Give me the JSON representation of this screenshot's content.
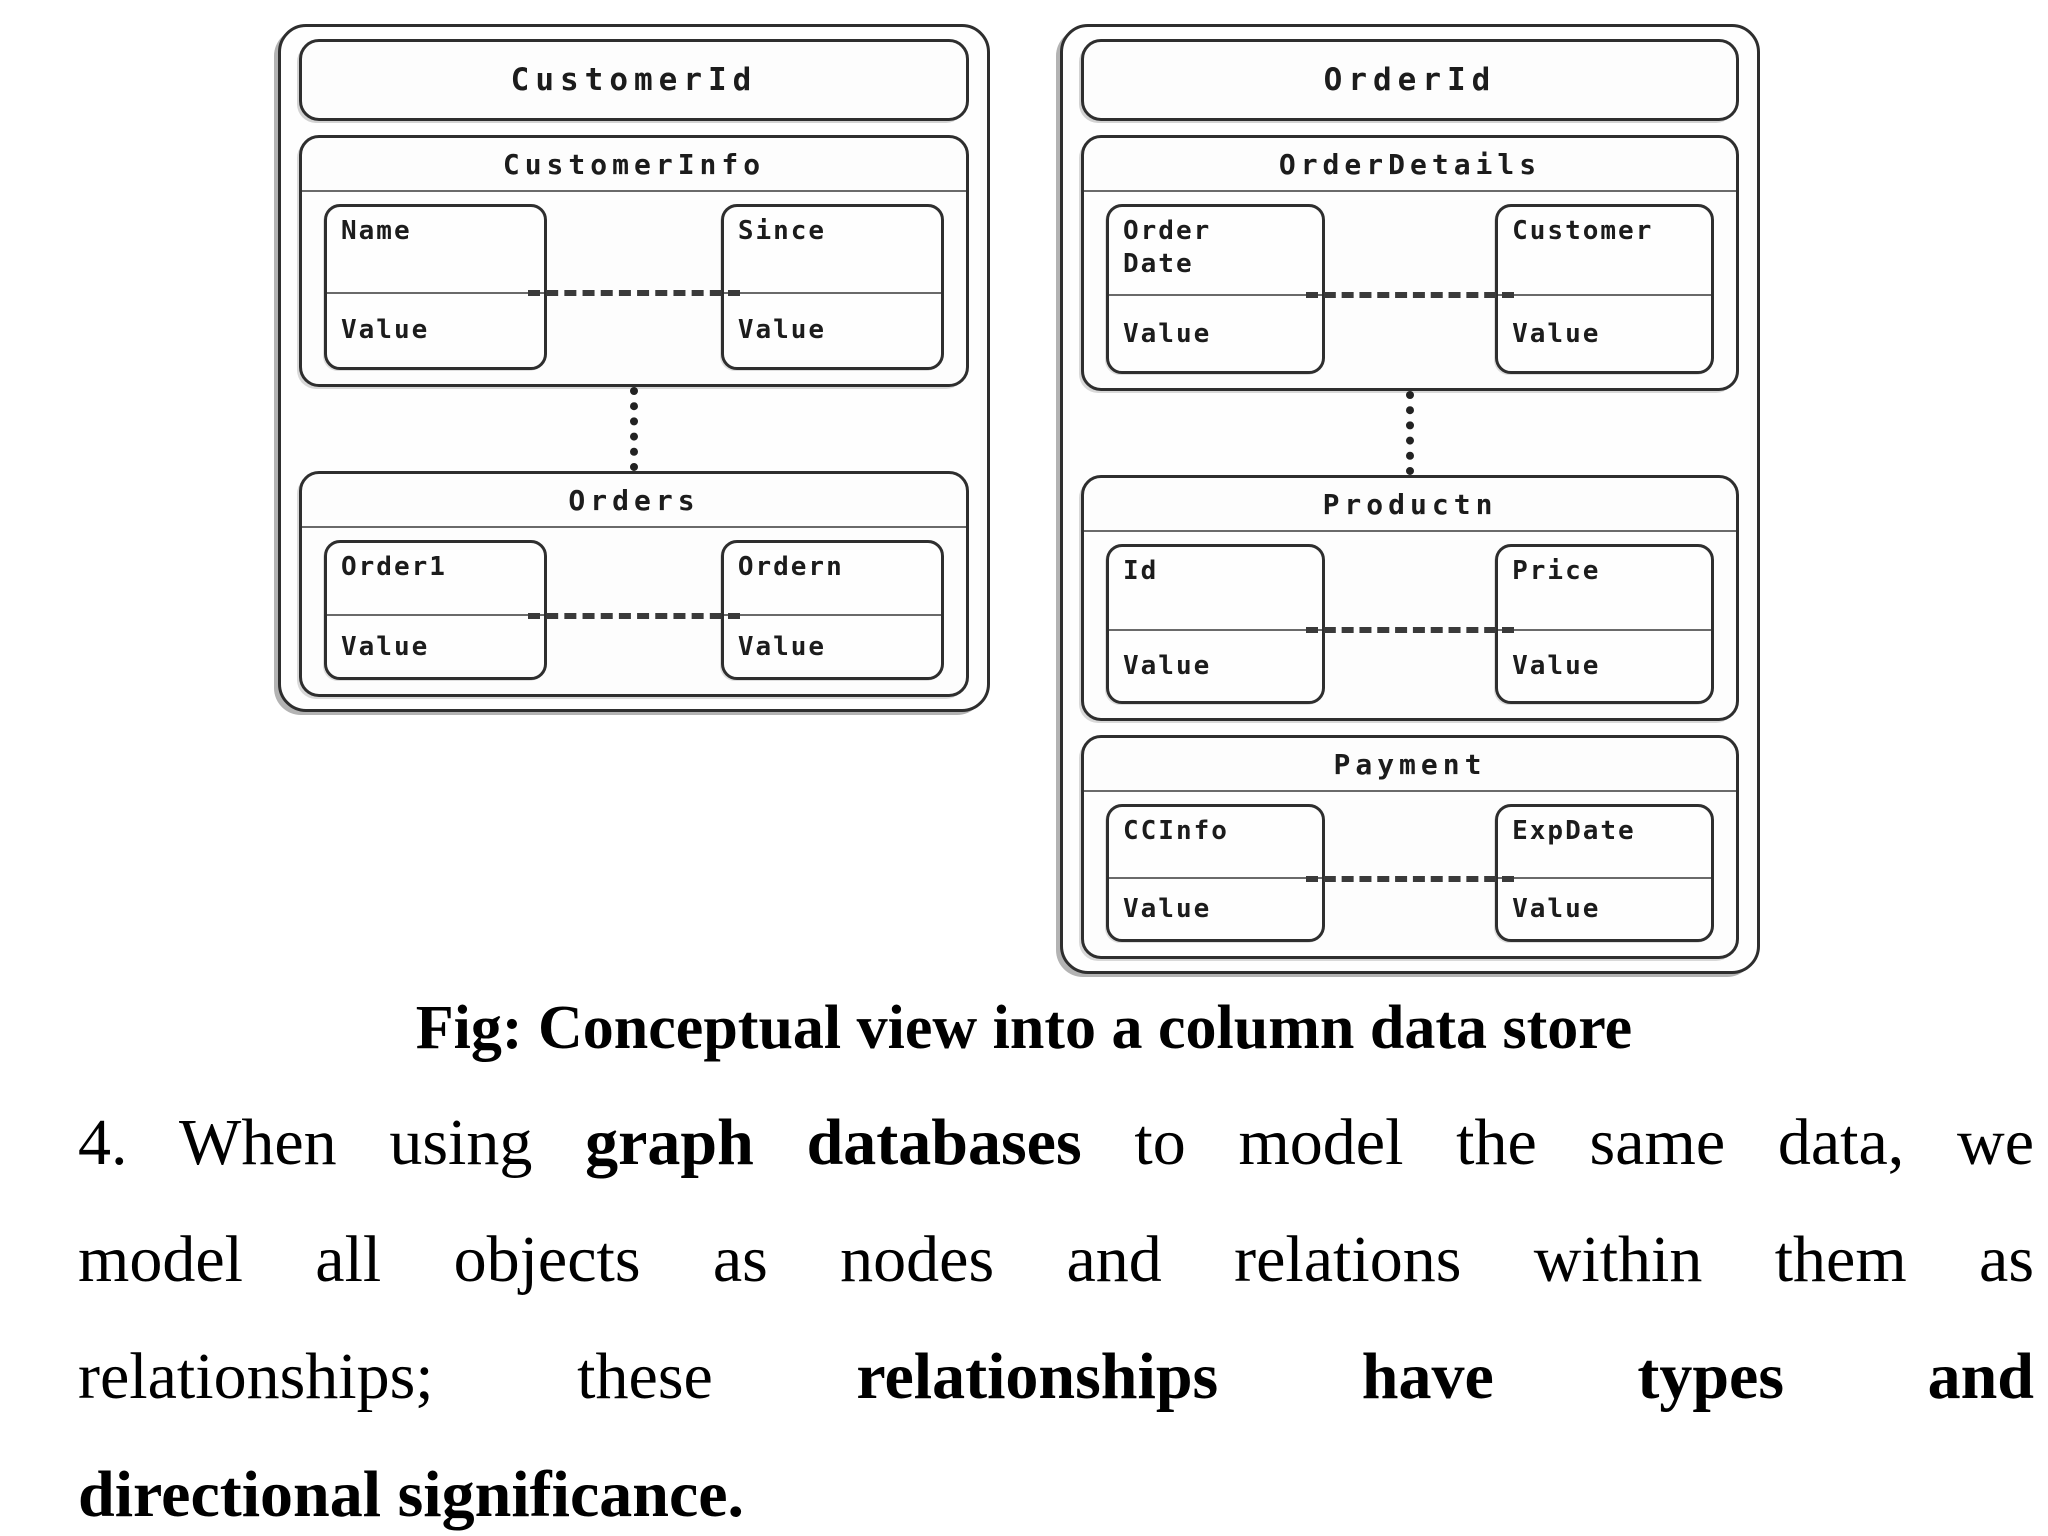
{
  "figure": {
    "left_container": {
      "header": "CustomerId",
      "sections": [
        {
          "title": "CustomerInfo",
          "cells": [
            {
              "label": "Name",
              "value": "Value"
            },
            {
              "label": "Since",
              "value": "Value"
            }
          ]
        },
        {
          "title": "Orders",
          "cells": [
            {
              "label": "Order1",
              "value": "Value"
            },
            {
              "label": "Ordern",
              "value": "Value"
            }
          ]
        }
      ]
    },
    "right_container": {
      "header": "OrderId",
      "sections": [
        {
          "title": "OrderDetails",
          "cells": [
            {
              "label": "Order\nDate",
              "value": "Value"
            },
            {
              "label": "Customer",
              "value": "Value"
            }
          ]
        },
        {
          "title": "Productn",
          "cells": [
            {
              "label": "Id",
              "value": "Value"
            },
            {
              "label": "Price",
              "value": "Value"
            }
          ]
        },
        {
          "title": "Payment",
          "cells": [
            {
              "label": "CCInfo",
              "value": "Value"
            },
            {
              "label": "ExpDate",
              "value": "Value"
            }
          ]
        }
      ]
    }
  },
  "caption": "Fig: Conceptual view into a column data store",
  "paragraph_lines": [
    {
      "segments": [
        {
          "t": "4. When using "
        },
        {
          "t": "graph databases",
          "bold": true
        },
        {
          "t": " to model the same data, we"
        }
      ]
    },
    {
      "segments": [
        {
          "t": "model all objects as nodes and relations within them as"
        }
      ]
    },
    {
      "segments": [
        {
          "t": "relationships; these "
        },
        {
          "t": "relationships have types and",
          "bold": true
        }
      ]
    },
    {
      "segments": [
        {
          "t": "directional significance.",
          "bold": true
        }
      ]
    }
  ],
  "colors": {
    "line": "#2e2e2e",
    "background": "#ffffff",
    "text": "#000000"
  }
}
